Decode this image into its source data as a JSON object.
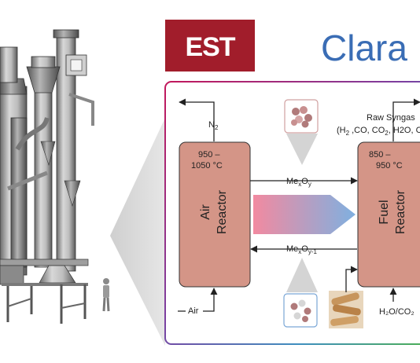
{
  "logos": {
    "left": {
      "text": "EST",
      "bg_color": "#a11d2b"
    },
    "right": {
      "text": "Clara",
      "color_c": "#3a6db5",
      "color_rest": "#2d6a6a"
    }
  },
  "diagram": {
    "air_reactor": {
      "label_line1": "Air",
      "label_line2": "Reactor",
      "temp_line1": "950 –",
      "temp_line2": "1050 °C"
    },
    "fuel_reactor": {
      "label_line1": "Fuel",
      "label_line2": "Reactor",
      "temp_line1": "850 –",
      "temp_line2": "950 °C"
    },
    "outputs": {
      "air_reactor_out": {
        "base": "N",
        "sub": "2"
      },
      "fuel_reactor_out_line1": "Raw Syngas",
      "fuel_reactor_out_line2": {
        "open": "(H",
        "s1": "2",
        "p1": " ,CO, CO",
        "s2": "2",
        "p2": ", H",
        "s3": "",
        "p3": "2O, C"
      }
    },
    "inputs": {
      "air": "Air",
      "fuel_gas": "H₂O/CO₂"
    },
    "oxidized_carrier": {
      "base1": "Me",
      "sub1": "x",
      "base2": "O",
      "sub2": "y"
    },
    "reduced_carrier": {
      "base1": "Me",
      "sub1": "x",
      "base2": "O",
      "sub2": "y-1"
    },
    "colors": {
      "reactor_fill": "#d49587",
      "frame_gradient": [
        "#c2185b",
        "#7b3fa0",
        "#3f8fbf",
        "#4caf50"
      ],
      "flow_arrow": [
        "#f28aa0",
        "#7fb0e0"
      ]
    }
  }
}
